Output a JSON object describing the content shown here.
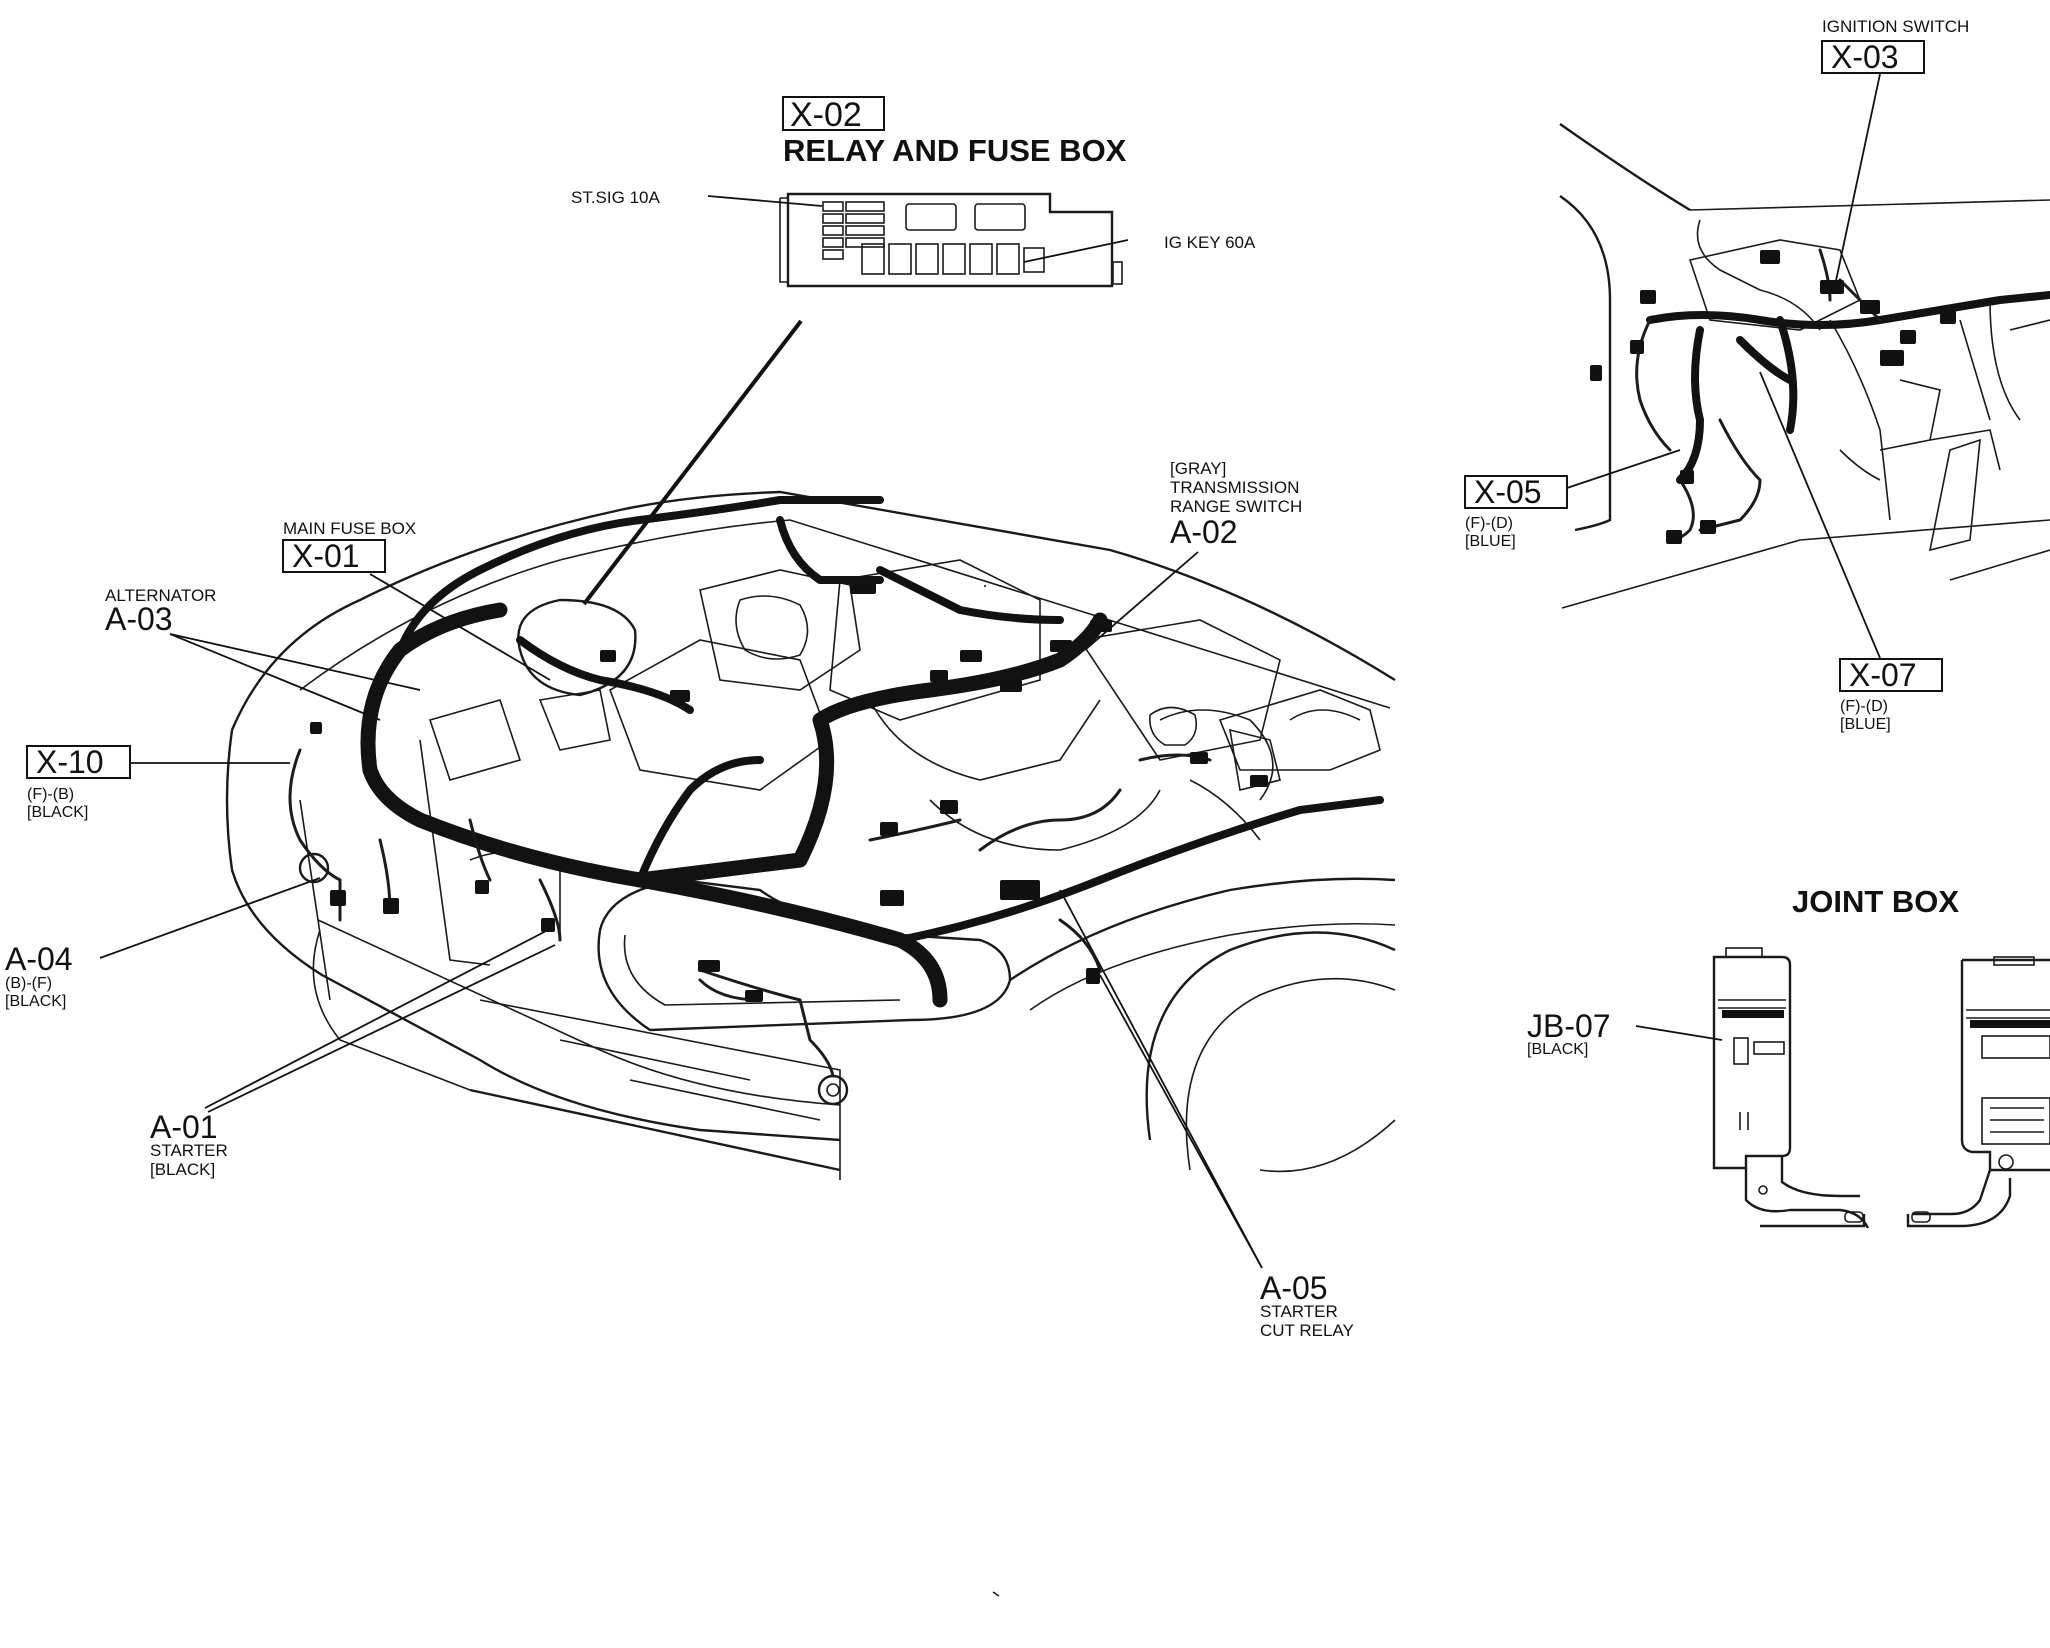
{
  "relay_fuse_box": {
    "code": "X-02",
    "title": "RELAY AND FUSE BOX",
    "fuse_left": "ST.SIG 10A",
    "fuse_right": "IG KEY 60A"
  },
  "main_fuse_box": {
    "name": "MAIN FUSE BOX",
    "code": "X-01"
  },
  "alternator": {
    "name": "ALTERNATOR",
    "code": "A-03"
  },
  "transmission_switch": {
    "color": "[GRAY]",
    "name_line1": "TRANSMISSION",
    "name_line2": "RANGE SWITCH",
    "code": "A-02"
  },
  "connector_x10": {
    "code": "X-10",
    "pins": "(F)-(B)",
    "color": "[BLACK]"
  },
  "connector_a04": {
    "code": "A-04",
    "pins": "(B)-(F)",
    "color": "[BLACK]"
  },
  "starter": {
    "code": "A-01",
    "name": "STARTER",
    "color": "[BLACK]"
  },
  "starter_cut_relay": {
    "code": "A-05",
    "name_line1": "STARTER",
    "name_line2": "CUT RELAY"
  },
  "ignition_switch": {
    "name": "IGNITION SWITCH",
    "code": "X-03"
  },
  "connector_x05": {
    "code": "X-05",
    "pins": "(F)-(D)",
    "color": "[BLUE]"
  },
  "connector_x07": {
    "code": "X-07",
    "pins": "(F)-(D)",
    "color": "[BLUE]"
  },
  "joint_box": {
    "title": "JOINT BOX",
    "code": "JB-07",
    "color": "[BLACK]"
  }
}
